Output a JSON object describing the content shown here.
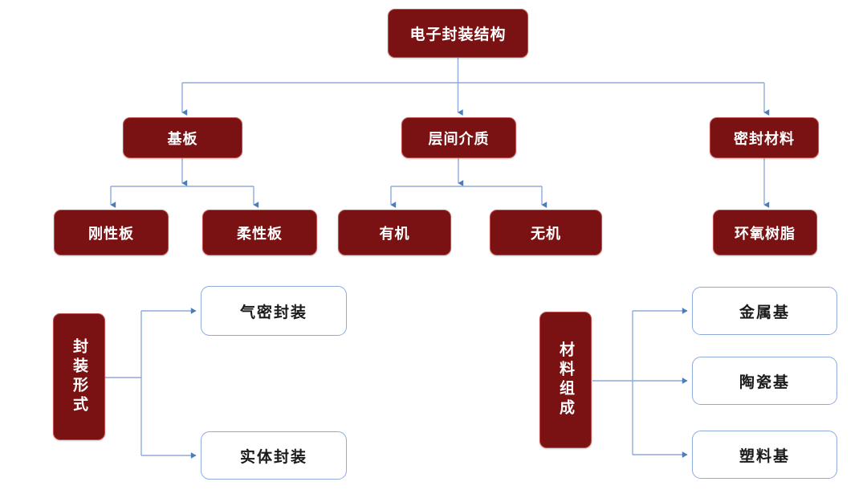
{
  "diagram": {
    "title": "电子封装结构",
    "colors": {
      "node_fill": "#7A1113",
      "node_border": "#C0504D",
      "node_text": "#FFFFFF",
      "outline_fill": "#FFFFFF",
      "outline_border": "#8FAADC",
      "connector": "#8FAADC",
      "background": "#FFFFFF"
    },
    "tree": {
      "root": {
        "label": "电子封装结构"
      },
      "level2": [
        {
          "label": "基板"
        },
        {
          "label": "层间介质"
        },
        {
          "label": "密封材料"
        }
      ],
      "level3": [
        {
          "label": "刚性板",
          "parent": "基板"
        },
        {
          "label": "柔性板",
          "parent": "基板"
        },
        {
          "label": "有机",
          "parent": "层间介质"
        },
        {
          "label": "无机",
          "parent": "层间介质"
        },
        {
          "label": "环氧树脂",
          "parent": "密封材料"
        }
      ]
    },
    "groups": [
      {
        "name": "packaging-form",
        "source": {
          "label": "封装形式",
          "orientation": "vertical"
        },
        "targets": [
          {
            "label": "气密封装"
          },
          {
            "label": "实体封装"
          }
        ]
      },
      {
        "name": "material-composition",
        "source": {
          "label": "材料组成",
          "orientation": "vertical"
        },
        "targets": [
          {
            "label": "金属基"
          },
          {
            "label": "陶瓷基"
          },
          {
            "label": "塑料基"
          }
        ]
      }
    ]
  }
}
